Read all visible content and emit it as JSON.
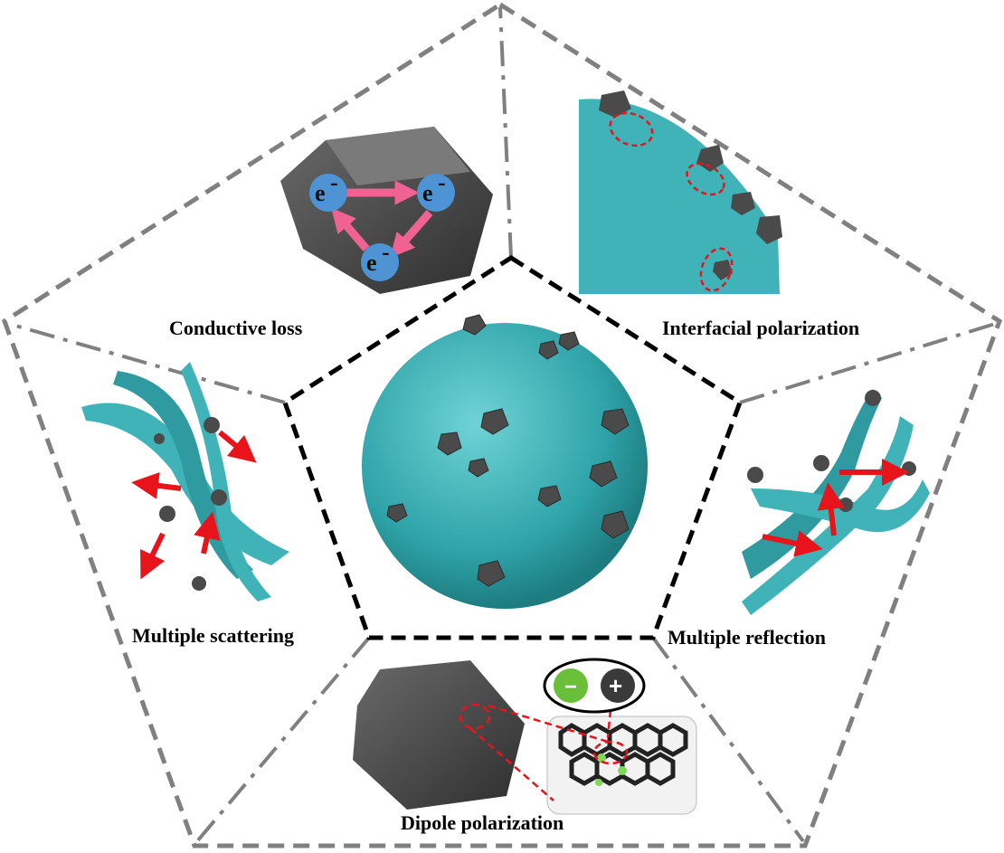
{
  "labels": {
    "conductive": "Conductive loss",
    "interfacial": "Interfacial polarization",
    "scattering": "Multiple scattering",
    "reflection": "Multiple reflection",
    "dipole": "Dipole polarization"
  },
  "electron": {
    "symbol": "e",
    "charge": "-"
  },
  "dipole_charges": {
    "negative": "−",
    "positive": "+"
  },
  "colors": {
    "teal": "#3fb3b8",
    "particle": "#4a4a4a",
    "arrow": "#e8141c",
    "electron": "#4e94d4",
    "e_arrow": "#f06292",
    "outer": "#808080",
    "inner": "#000000"
  }
}
